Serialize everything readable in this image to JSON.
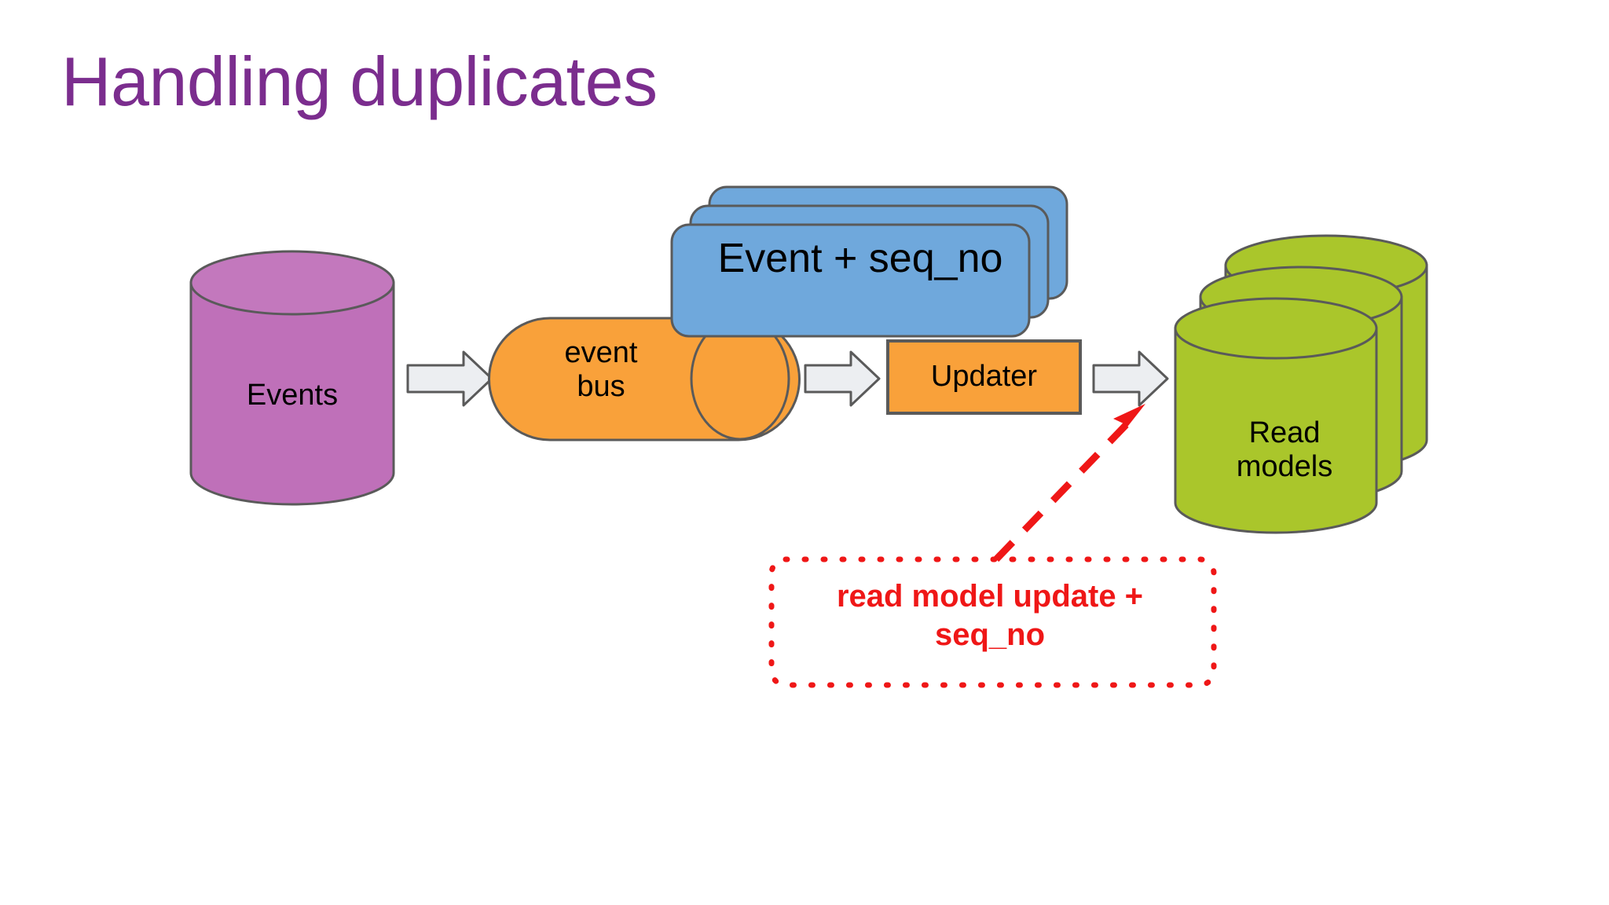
{
  "slide": {
    "title": "Handling duplicates",
    "title_color": "#7b2d8e",
    "background_color": "#ffffff"
  },
  "diagram": {
    "nodes": [
      {
        "id": "events-store",
        "label": "Events",
        "shape": "cylinder",
        "fill": "#bf70b9",
        "stroke": "#5a5a5a"
      },
      {
        "id": "event-bus",
        "label": "event\nbus",
        "label_line1": "event",
        "label_line2": "bus",
        "shape": "horizontal-cylinder",
        "fill": "#f9a githubw"
      },
      {
        "id": "updater",
        "label": "Updater",
        "shape": "rectangle",
        "fill": "#f9a13a",
        "stroke": "#5a5a5a"
      },
      {
        "id": "read-models",
        "label": "Read\nmodels",
        "label_line1": "Read",
        "label_line2": "models",
        "shape": "stacked-cylinder",
        "fill": "#aac62b",
        "stroke": "#5a5a5a",
        "count": 3
      },
      {
        "id": "event-cards",
        "label": "Event + seq_no",
        "shape": "stacked-rounded-rect",
        "fill": "#6fa8dc",
        "stroke": "#5a5a5a",
        "count": 3
      }
    ],
    "arrows": [
      {
        "id": "arrow-events-to-bus",
        "kind": "block-arrow",
        "fill": "#eceef1",
        "stroke": "#5a5a5a"
      },
      {
        "id": "arrow-bus-to-updater",
        "kind": "block-arrow",
        "fill": "#eceef1",
        "stroke": "#5a5a5a"
      },
      {
        "id": "arrow-updater-to-readmodels",
        "kind": "block-arrow",
        "fill": "#eceef1",
        "stroke": "#5a5a5a"
      },
      {
        "id": "arrow-callout-to-readmodels",
        "kind": "dashed-arrow",
        "stroke": "#ef1717"
      }
    ],
    "callout": {
      "text": "read model update + seq_no",
      "text_line1": "read model update +",
      "text_line2": "seq_no",
      "border_style": "dotted",
      "border_color": "#ef1717",
      "text_color": "#ef1717"
    },
    "palette": {
      "purple": "#bf70b9",
      "orange": "#f9a13a",
      "blue": "#6fa8dc",
      "green": "#aac62b",
      "red": "#ef1717",
      "arrow_gray": "#eceef1",
      "outline": "#5a5a5a"
    }
  }
}
